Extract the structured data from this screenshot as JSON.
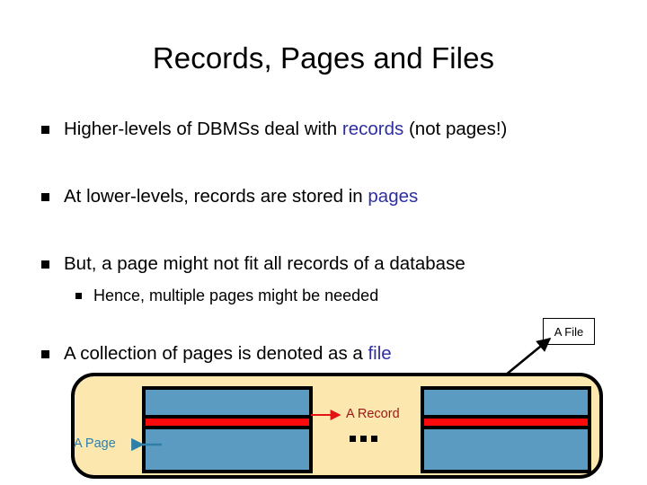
{
  "slide": {
    "title": "Records, Pages and Files",
    "bullets": [
      {
        "level": 1,
        "marker": "square-bullet",
        "parts": [
          {
            "text": "Higher-levels of DBMSs deal with ",
            "accent": false
          },
          {
            "text": "records",
            "accent": true
          },
          {
            "text": " (not pages!)",
            "accent": false
          }
        ],
        "pre": "Higher-levels of DBMSs deal with ",
        "accent": "records",
        "post": " (not pages!)"
      },
      {
        "level": 1,
        "marker": "square-bullet",
        "pre": "At lower-levels, records are stored in ",
        "accent": "pages",
        "post": ""
      },
      {
        "level": 1,
        "marker": "square-bullet",
        "pre": "But, a page might not fit all records of a database",
        "accent": "",
        "post": ""
      },
      {
        "level": 2,
        "marker": "square-bullet",
        "pre": "Hence, multiple pages might be needed",
        "accent": "",
        "post": ""
      },
      {
        "level": 1,
        "marker": "square-bullet",
        "pre": "A collection of pages is denoted as a ",
        "accent": "file",
        "post": ""
      }
    ]
  },
  "diagram": {
    "file_callout_label": "A File",
    "record_label": "A Record",
    "page_label": "A Page",
    "ellipsis": "...",
    "pages": [
      {
        "name": "page-1"
      },
      {
        "name": "page-2"
      }
    ]
  },
  "colors": {
    "accent_text": "#2F2FA0",
    "file_container_fill": "#FCE8AF",
    "page_fill": "#5B9BC1",
    "record_fill": "#FA0A0A",
    "record_label": "#A01818",
    "page_label": "#2F7FA8",
    "outline": "#000000",
    "background": "#FFFFFF"
  }
}
